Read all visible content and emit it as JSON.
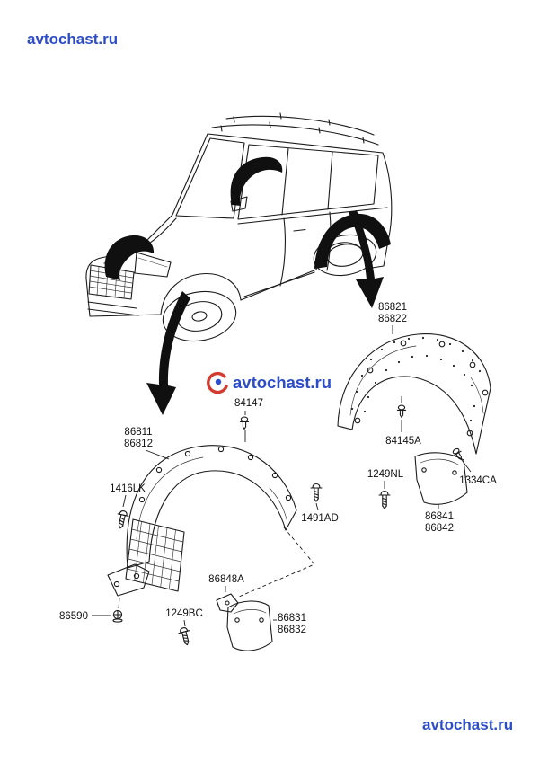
{
  "watermark": {
    "text": "avtochast.ru",
    "color": "#2d4cc8",
    "logo_red": "#d23b2f",
    "logo_blue": "#2d4cc8"
  },
  "diagram": {
    "background": "#ffffff",
    "line_color": "#1a1a1a"
  },
  "parts": {
    "front_wheel_guard": {
      "codes": [
        "86811",
        "86812"
      ]
    },
    "rear_wheel_guard": {
      "codes": [
        "86821",
        "86822"
      ]
    },
    "front_mud_guard": {
      "codes": [
        "86831",
        "86832"
      ]
    },
    "rear_mud_guard": {
      "codes": [
        "86841",
        "86842"
      ]
    },
    "clip_upper": {
      "code": "84147"
    },
    "clip_rear": {
      "code": "84145A"
    },
    "screw_front": {
      "code": "1416LK"
    },
    "screw_rear_mud": {
      "code": "1249NL"
    },
    "clip_rear_mud": {
      "code": "1334CA"
    },
    "screw_center": {
      "code": "1491AD"
    },
    "bracket": {
      "code": "86848A"
    },
    "screw_front_mud": {
      "code": "1249BC"
    },
    "grommet": {
      "code": "86590"
    }
  }
}
